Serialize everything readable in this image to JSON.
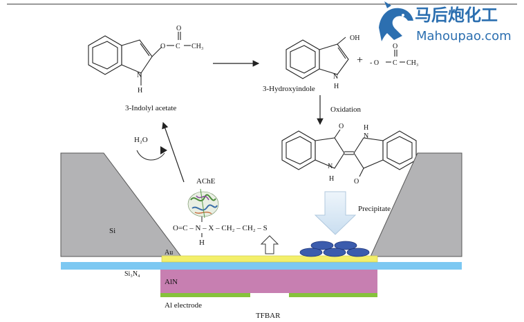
{
  "watermark": {
    "title_cn": "马后炮化工",
    "site": "Mahoupao.com",
    "logo_icon": "horse-head-icon",
    "color": "#2c6fb0"
  },
  "molecules": {
    "indolyl_acetate": {
      "name": "3-Indolyl acetate",
      "N": "N",
      "H": "H",
      "O": "O",
      "C": "C",
      "CH3": "CH₃"
    },
    "hydroxyindole": {
      "name": "3-Hydroxyindole",
      "OH": "OH",
      "N": "N",
      "H": "H"
    },
    "acetate_ion": {
      "plus": "+",
      "minus_O": "- O",
      "C": "C",
      "O": "O",
      "CH3": "CH₃"
    },
    "indigo": {
      "H1": "H",
      "N1": "N",
      "O1": "O",
      "N2": "N",
      "H2": "H",
      "O2": "O"
    }
  },
  "reaction": {
    "oxidation": "Oxidation",
    "water": "H₂O",
    "enzyme": "AChE",
    "linker": "O=C – N – X – CH₂ – CH₂ – S",
    "linker_H": "H",
    "precipitate": "Precipitate"
  },
  "device": {
    "si": "Si",
    "au": "Au",
    "si3n4": "Si₃N₄",
    "aln": "AlN",
    "electrode": "Al electrode",
    "name": "TFBAR",
    "colors": {
      "si": "#b3b3b5",
      "au": "#f3ef6a",
      "si3n4": "#7cc8f2",
      "aln": "#c77fb1",
      "electrode": "#86c23c",
      "precipitate": "#3b5cad",
      "arrow": "#d8e9f7"
    }
  }
}
